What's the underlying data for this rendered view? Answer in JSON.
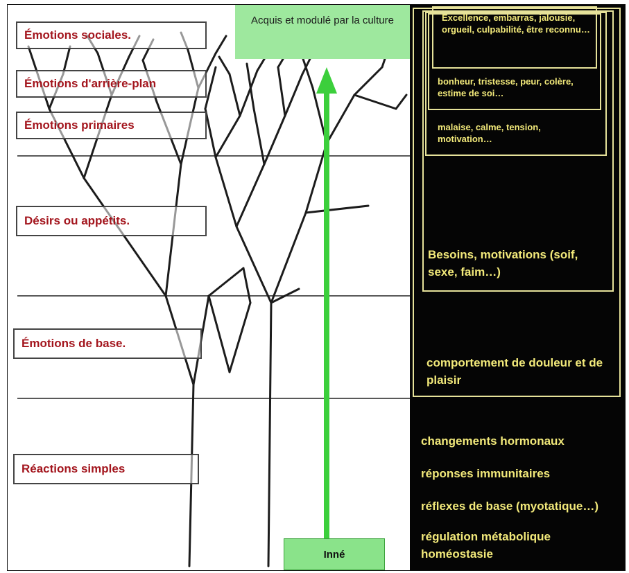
{
  "levels": {
    "emotions_sociales": "Émotions sociales.",
    "emotions_arriere_plan": "Émotions d'arrière-plan",
    "emotions_primaires": "Émotions primaires",
    "desirs": "Désirs ou appétits.",
    "emotions_base": "Émotions de base.",
    "reactions_simples": "Réactions simples"
  },
  "axis": {
    "top_label": "Acquis et modulé par la culture",
    "bottom_label": "Inné"
  },
  "examples": {
    "sociales": "Excellence, embarras, jalousie, orgueil, culpabilité, être reconnu…",
    "arriere_plan": "bonheur, tristesse, peur, colère, estime de soi…",
    "primaires": "malaise, calme, tension, motivation…",
    "desirs": "Besoins, motivations (soif, sexe, faim…)",
    "base": "comportement de douleur et de plaisir",
    "reactions": [
      "changements hormonaux",
      "réponses immunitaires",
      "réflexes de base (myotatique…)",
      "régulation métabolique homéostasie"
    ]
  },
  "colors": {
    "level_text": "#a3151d",
    "example_text": "#f2e97a",
    "arrow": "#3ccf3c",
    "culture_fill": "#9ee89e",
    "right_panel": "#050505"
  }
}
